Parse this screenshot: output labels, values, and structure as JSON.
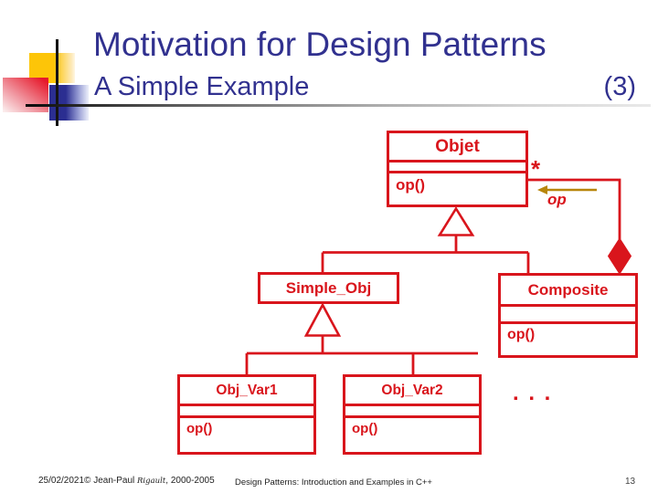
{
  "slide": {
    "title": "Motivation for Design Patterns",
    "subtitle": "A Simple Example",
    "slide_index": "(3)",
    "page_number": "13",
    "footer": {
      "date_author_prefix": "25/02/2021© Jean-Paul ",
      "author_name": "Rigault",
      "date_author_suffix": ", 2000-2005",
      "center_text": "Design Patterns: Introduction and Examples in C++"
    }
  },
  "diagram": {
    "classes": [
      {
        "name": "Objet",
        "operation": "op()"
      },
      {
        "name": "Simple_Obj",
        "operation": ""
      },
      {
        "name": "Composite",
        "operation": "op()"
      },
      {
        "name": "Obj_Var1",
        "operation": "op()"
      },
      {
        "name": "Obj_Var2",
        "operation": "op()"
      }
    ],
    "association": {
      "multiplicity": "*",
      "label": "op"
    },
    "ellipsis": ". . .",
    "colors": {
      "uml_red": "#d9151c",
      "arrow_gold": "#b8860b",
      "title_navy": "#31318f"
    }
  }
}
